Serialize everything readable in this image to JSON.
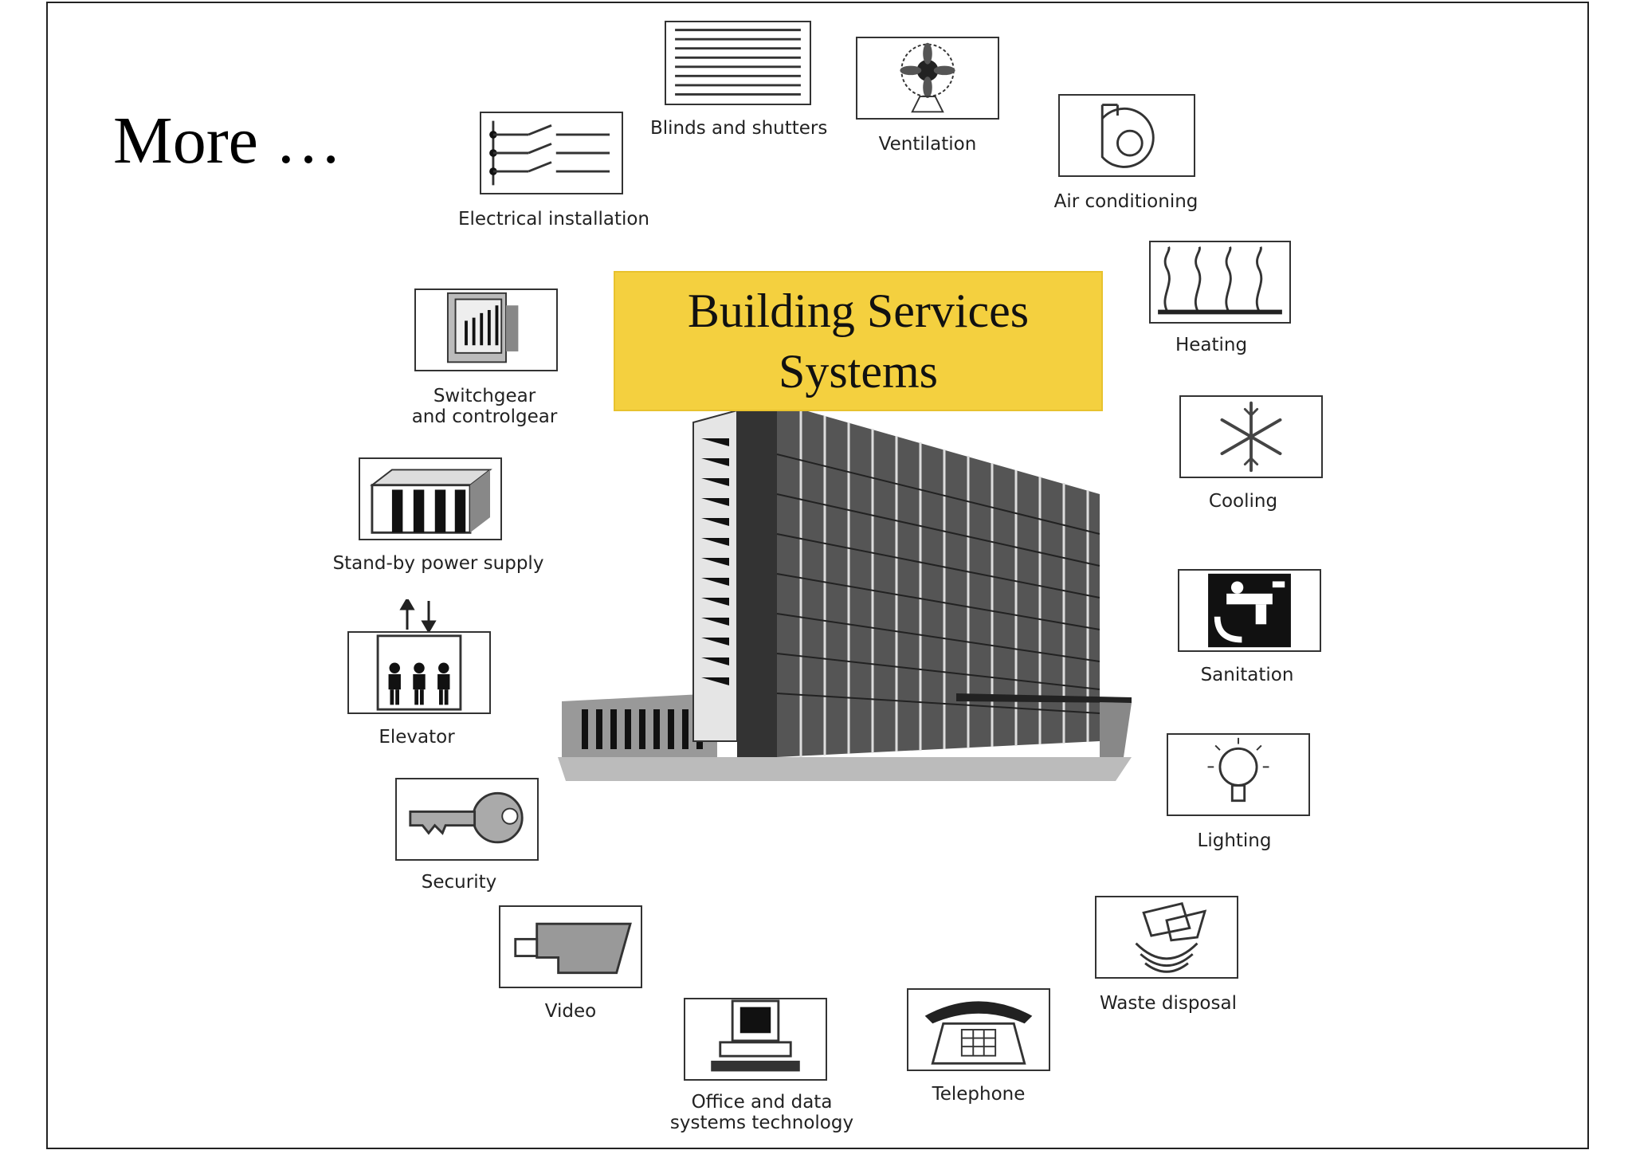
{
  "slide": {
    "heading": "More …",
    "center_title_line1": "Building Services",
    "center_title_line2": "Systems"
  },
  "colors": {
    "center_box": "#f4d03f",
    "border": "#222222",
    "icon": "#333333"
  },
  "services": [
    {
      "label": "Blinds and shutters",
      "icon": "blinds-icon"
    },
    {
      "label": "Ventilation",
      "icon": "fan-icon"
    },
    {
      "label": "Air conditioning",
      "icon": "blower-icon"
    },
    {
      "label": "Heating",
      "icon": "heating-icon"
    },
    {
      "label": "Cooling",
      "icon": "snowflake-icon"
    },
    {
      "label": "Sanitation",
      "icon": "faucet-icon"
    },
    {
      "label": "Lighting",
      "icon": "lightbulb-icon"
    },
    {
      "label": "Waste disposal",
      "icon": "waste-icon"
    },
    {
      "label": "Telephone",
      "icon": "telephone-icon"
    },
    {
      "label_line1": "Office and data",
      "label_line2": "systems technology",
      "icon": "computer-icon"
    },
    {
      "label": "Video",
      "icon": "video-camera-icon"
    },
    {
      "label": "Security",
      "icon": "key-icon"
    },
    {
      "label": "Elevator",
      "icon": "elevator-icon"
    },
    {
      "label": "Stand-by power supply",
      "icon": "generator-icon"
    },
    {
      "label_line1": "Switchgear",
      "label_line2": "and controlgear",
      "icon": "switchgear-icon"
    },
    {
      "label": "Electrical installation",
      "icon": "electrical-circuit-icon"
    }
  ]
}
